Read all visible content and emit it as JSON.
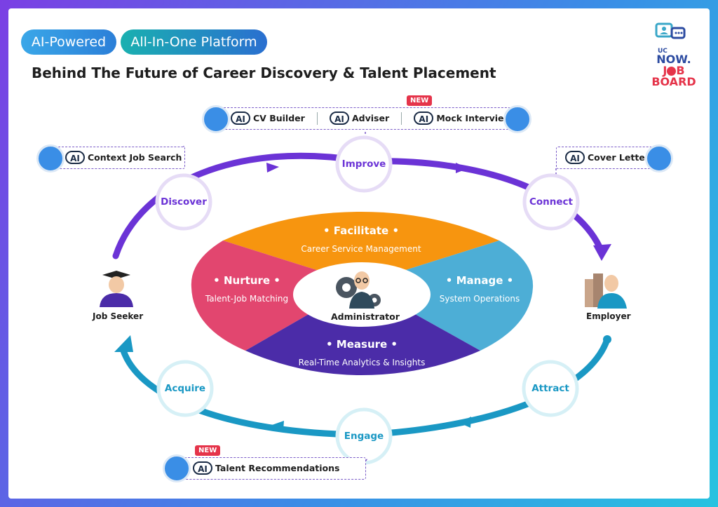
{
  "badges": {
    "ai_powered": "AI-Powered",
    "all_in_one": "All-In-One Platform"
  },
  "title": "Behind The Future of Career Discovery & Talent Placement",
  "logo": {
    "line1": "UC",
    "line2": "NOW.",
    "line3": "J",
    "line3b": "B",
    "line4": "BOARD"
  },
  "ai_badge": "AI",
  "new_tag": "NEW",
  "features": {
    "cv_builder": "CV Builder",
    "adviser": "Adviser",
    "mock_interview": "Mock Interview",
    "context_search": "Context Job Search",
    "cover_letter": "Cover Letter",
    "talent_recs": "Talent Recommendations"
  },
  "stages": {
    "discover": "Discover",
    "improve": "Improve",
    "connect": "Connect",
    "attract": "Attract",
    "engage": "Engage",
    "acquire": "Acquire"
  },
  "people": {
    "job_seeker": "Job Seeker",
    "employer": "Employer",
    "administrator": "Administrator"
  },
  "segments": {
    "facilitate": {
      "title": "Facilitate",
      "sub": "Career Service Management"
    },
    "nurture": {
      "title": "Nurture",
      "sub": "Talent-Job Matching"
    },
    "manage": {
      "title": "Manage",
      "sub": "System Operations"
    },
    "measure": {
      "title": "Measure",
      "sub": "Real-Time Analytics & Insights"
    }
  },
  "colors": {
    "purple": "#6b33d6",
    "teal": "#1a98c4",
    "orange": "#f7950f",
    "pink": "#e2466f",
    "blue": "#4daed6",
    "indigo": "#4b2ca8",
    "red": "#e5344a"
  }
}
